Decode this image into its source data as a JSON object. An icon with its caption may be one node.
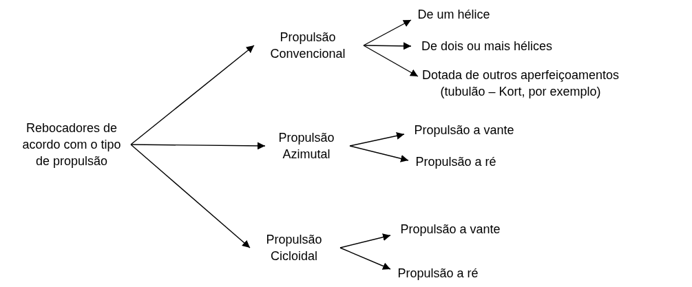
{
  "diagram": {
    "nodes": [
      {
        "text": [
          "Rebocadores de acordo com o tipo de propulsão"
        ]
      },
      {
        "text": [
          "Propulsão Convencional"
        ]
      },
      {
        "text": [
          "Propulsão Azimutal"
        ]
      },
      {
        "text": [
          "Propulsão Cicloidal"
        ]
      },
      {
        "text": [
          "De um hélice"
        ]
      },
      {
        "text": [
          "De dois ou mais hélices"
        ]
      },
      {
        "text": [
          "Dotada de outros aperfeiçoamentos (tubulão – Kort, por exemplo)"
        ]
      },
      {
        "text": [
          "Propulsão a vante"
        ]
      },
      {
        "text": [
          "Propulsão a ré"
        ]
      },
      {
        "text": [
          "Propulsão a vante"
        ]
      },
      {
        "text": [
          "Propulsão a ré"
        ]
      }
    ],
    "edges": [
      {
        "from": 0,
        "to": 1,
        "arrow": "to"
      },
      {
        "from": 0,
        "to": 2,
        "arrow": "to"
      },
      {
        "from": 0,
        "to": 3,
        "arrow": "to"
      },
      {
        "from": 1,
        "to": 4,
        "arrow": "to"
      },
      {
        "from": 1,
        "to": 5,
        "arrow": "to"
      },
      {
        "from": 1,
        "to": 6,
        "arrow": "to"
      },
      {
        "from": 2,
        "to": 7,
        "arrow": "to"
      },
      {
        "from": 2,
        "to": 8,
        "arrow": "to"
      },
      {
        "from": 3,
        "to": 9,
        "arrow": "to"
      },
      {
        "from": 3,
        "to": 10,
        "arrow": "to"
      }
    ]
  }
}
